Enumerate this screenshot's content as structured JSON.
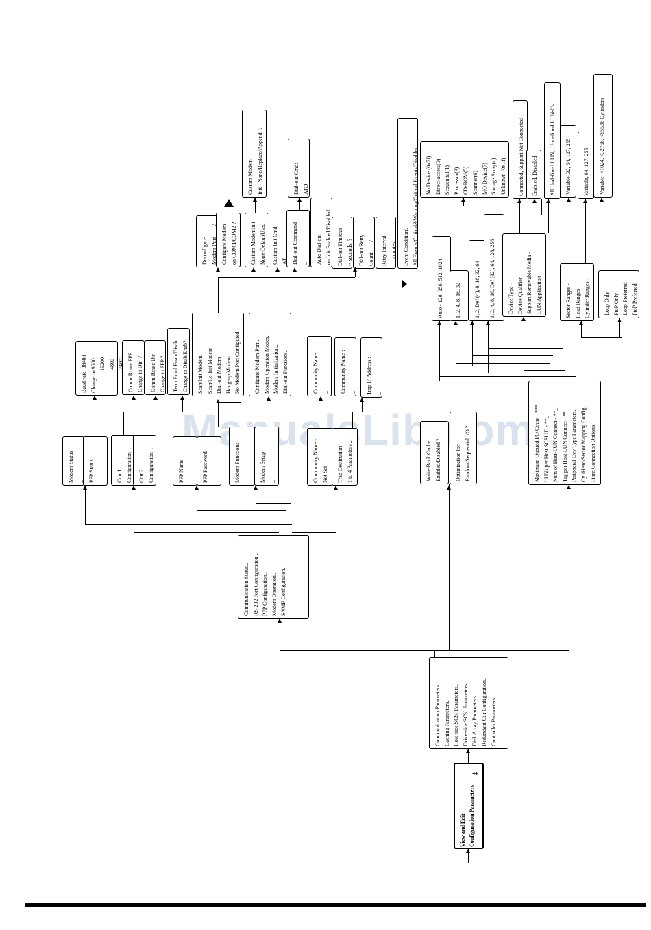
{
  "diagram": {
    "watermark": "ManualsLib.com",
    "root": [
      "View and Edit",
      "Configuration Parameters"
    ],
    "root_mark": "‡",
    "level1": [
      "Communication Parameters..",
      "Caching Parameters..",
      "Host-side SCSI Parameters..",
      "Drive-side SCSI Parameters..",
      "Disk Array Parameters..",
      "Redundant Ctlr Configuration..",
      "Controller Parameters.."
    ],
    "comm_menu": [
      "Communication Status..",
      "RS-232 Port Configuration..",
      "PPP Configuration..",
      "Modem Operation..",
      "SNMP Configuration.."
    ],
    "modem_status": [
      "Modem Status",
      "_"
    ],
    "ppp_status": [
      "PPP Status",
      "_"
    ],
    "com1": [
      "Com1",
      "Configuration  ."
    ],
    "com2": [
      "Com2",
      "Configuration  ."
    ],
    "baud": [
      "Baud-rate  38400",
      "Change to 9600",
      "                19200",
      "                 4800",
      "                 2400?"
    ],
    "comm_route_ppp": [
      "Comm Route PPP",
      "Change to Dir  ?"
    ],
    "comm_route_dir": [
      "Comm Route Dir",
      "Change to PPP ?"
    ],
    "term_emul": [
      "Term Emul Enab/Disab",
      "Change to Disab/Enab?"
    ],
    "ppp_name": [
      "PPP Name",
      "_"
    ],
    "ppp_password": [
      "PPP Password",
      "_"
    ],
    "modem_functions": [
      "Modem Functions",
      "_"
    ],
    "modem_setup": [
      "Modem Setup",
      "_"
    ],
    "modem_func_list": [
      "Scan/Init Modem",
      "Scan/Re-Init Modem",
      "Dial-out Modem",
      "Hang-up Modem",
      "No Modem Port Configured"
    ],
    "modem_setup_list": [
      "Configure Modem Port..",
      "Modem Operation Modes..",
      "Modem Initialization..",
      "Dial-out Functions.."
    ],
    "deconfigure": [
      "Deconfigure",
      "Modem Port        ?"
    ],
    "configure_modem": [
      "Configure Modem",
      "on COM1/COM2 ?"
    ],
    "custom_modem_init": [
      "Custom ModemInit",
      "None-DefaultUsed"
    ],
    "custom_modem_init_opts": [
      "Custom Modem",
      "Init - None/Replace/Append  ?"
    ],
    "custom_init_cmd": [
      "Custom Init Cmd:",
      "AT__"
    ],
    "dialout_command": [
      "Dial-out Command",
      "_"
    ],
    "dialout_cmd": [
      "Dial-out Cmd:",
      "ATD__"
    ],
    "auto_dialout": [
      "Auto Dial-out",
      "on Init Enabled/Disabled"
    ],
    "dialout_timeout": [
      "Dial-out Timeout",
      "-- seconds  ?"
    ],
    "dialout_retry": [
      "Dial-out Retry",
      "Count - __?"
    ],
    "retry_interval": [
      "Retry Interval-",
      "__ minutes  .."
    ],
    "event_condition": [
      "Event Condition?",
      "All Events/Critical&Warning/Critical Events/Disabled"
    ],
    "community_name_set": [
      "Community Name -",
      "Not Set"
    ],
    "trap_destination": [
      "Trap Destination",
      "1 to 4 Parameters .."
    ],
    "community_name_1": [
      "Community Name :",
      "_"
    ],
    "community_name_2": [
      "Community Name :",
      "_"
    ],
    "trap_ip": [
      "Trap IP Address :",
      "_"
    ],
    "writeback": [
      "Write-Back Cache",
      "Enabled/Disabled ?"
    ],
    "optimization": [
      "Optimization for",
      "Random/Sequential I/O ?"
    ],
    "host_menu": [
      "Maximum Queued I/O Count - ***_",
      "LUNs per Host SCSI ID - **_",
      "Num of Host-LUN Connect - **_",
      "Tag per Host-LUN Connect - **_",
      "Peripheral Dev Type Parameters..",
      "Cyl/Head/Sector Mapping Config..",
      "Fibre Connection Options"
    ],
    "queued_opts": [
      "Auto - 128, 256, 512, 1024"
    ],
    "luns_opts": [
      "1, 2, 4, 8, 16, 32"
    ],
    "num_opts": [
      "1, 2, Def (4), 8, 16, 32, 64"
    ],
    "tag_opts": [
      "1, 2, 4, 8, 16, Def (32), 64, 128, 256"
    ],
    "periph_menu": [
      "Device Type -",
      "Device Qualifier",
      "Support Removable Media -",
      "LUN Application -"
    ],
    "device_types": [
      "No Device (0x7f)",
      "Direct-access(0)",
      "Sequential(1)",
      "Processor(3)",
      "CD-ROM(5)",
      "Scanner(6)",
      "MO Device(7)",
      "Storage Array(c)",
      "Unknown (0x1f)"
    ],
    "qualifier_opts": [
      "Connected, Support Not Connected"
    ],
    "removable_opts": [
      "Enabled, Disabled"
    ],
    "lun_app_opts": [
      "All Undefined LUN,  Undefined LUN-0's"
    ],
    "chs_menu": [
      "Sector Ranges -",
      "Head Ranges -",
      "Cylinder Ranges -"
    ],
    "sector_opts": [
      "Variable, 32, 64, 127, 255"
    ],
    "head_opts": [
      "Variable, 64, 127, 255"
    ],
    "cyl_opts": [
      "Variable, <1024, <32768, <65536 Cylinders"
    ],
    "fibre_opts": [
      "Loop Only",
      "PtoP Only",
      "Loop Preferred",
      "PtoP Preferred"
    ]
  }
}
